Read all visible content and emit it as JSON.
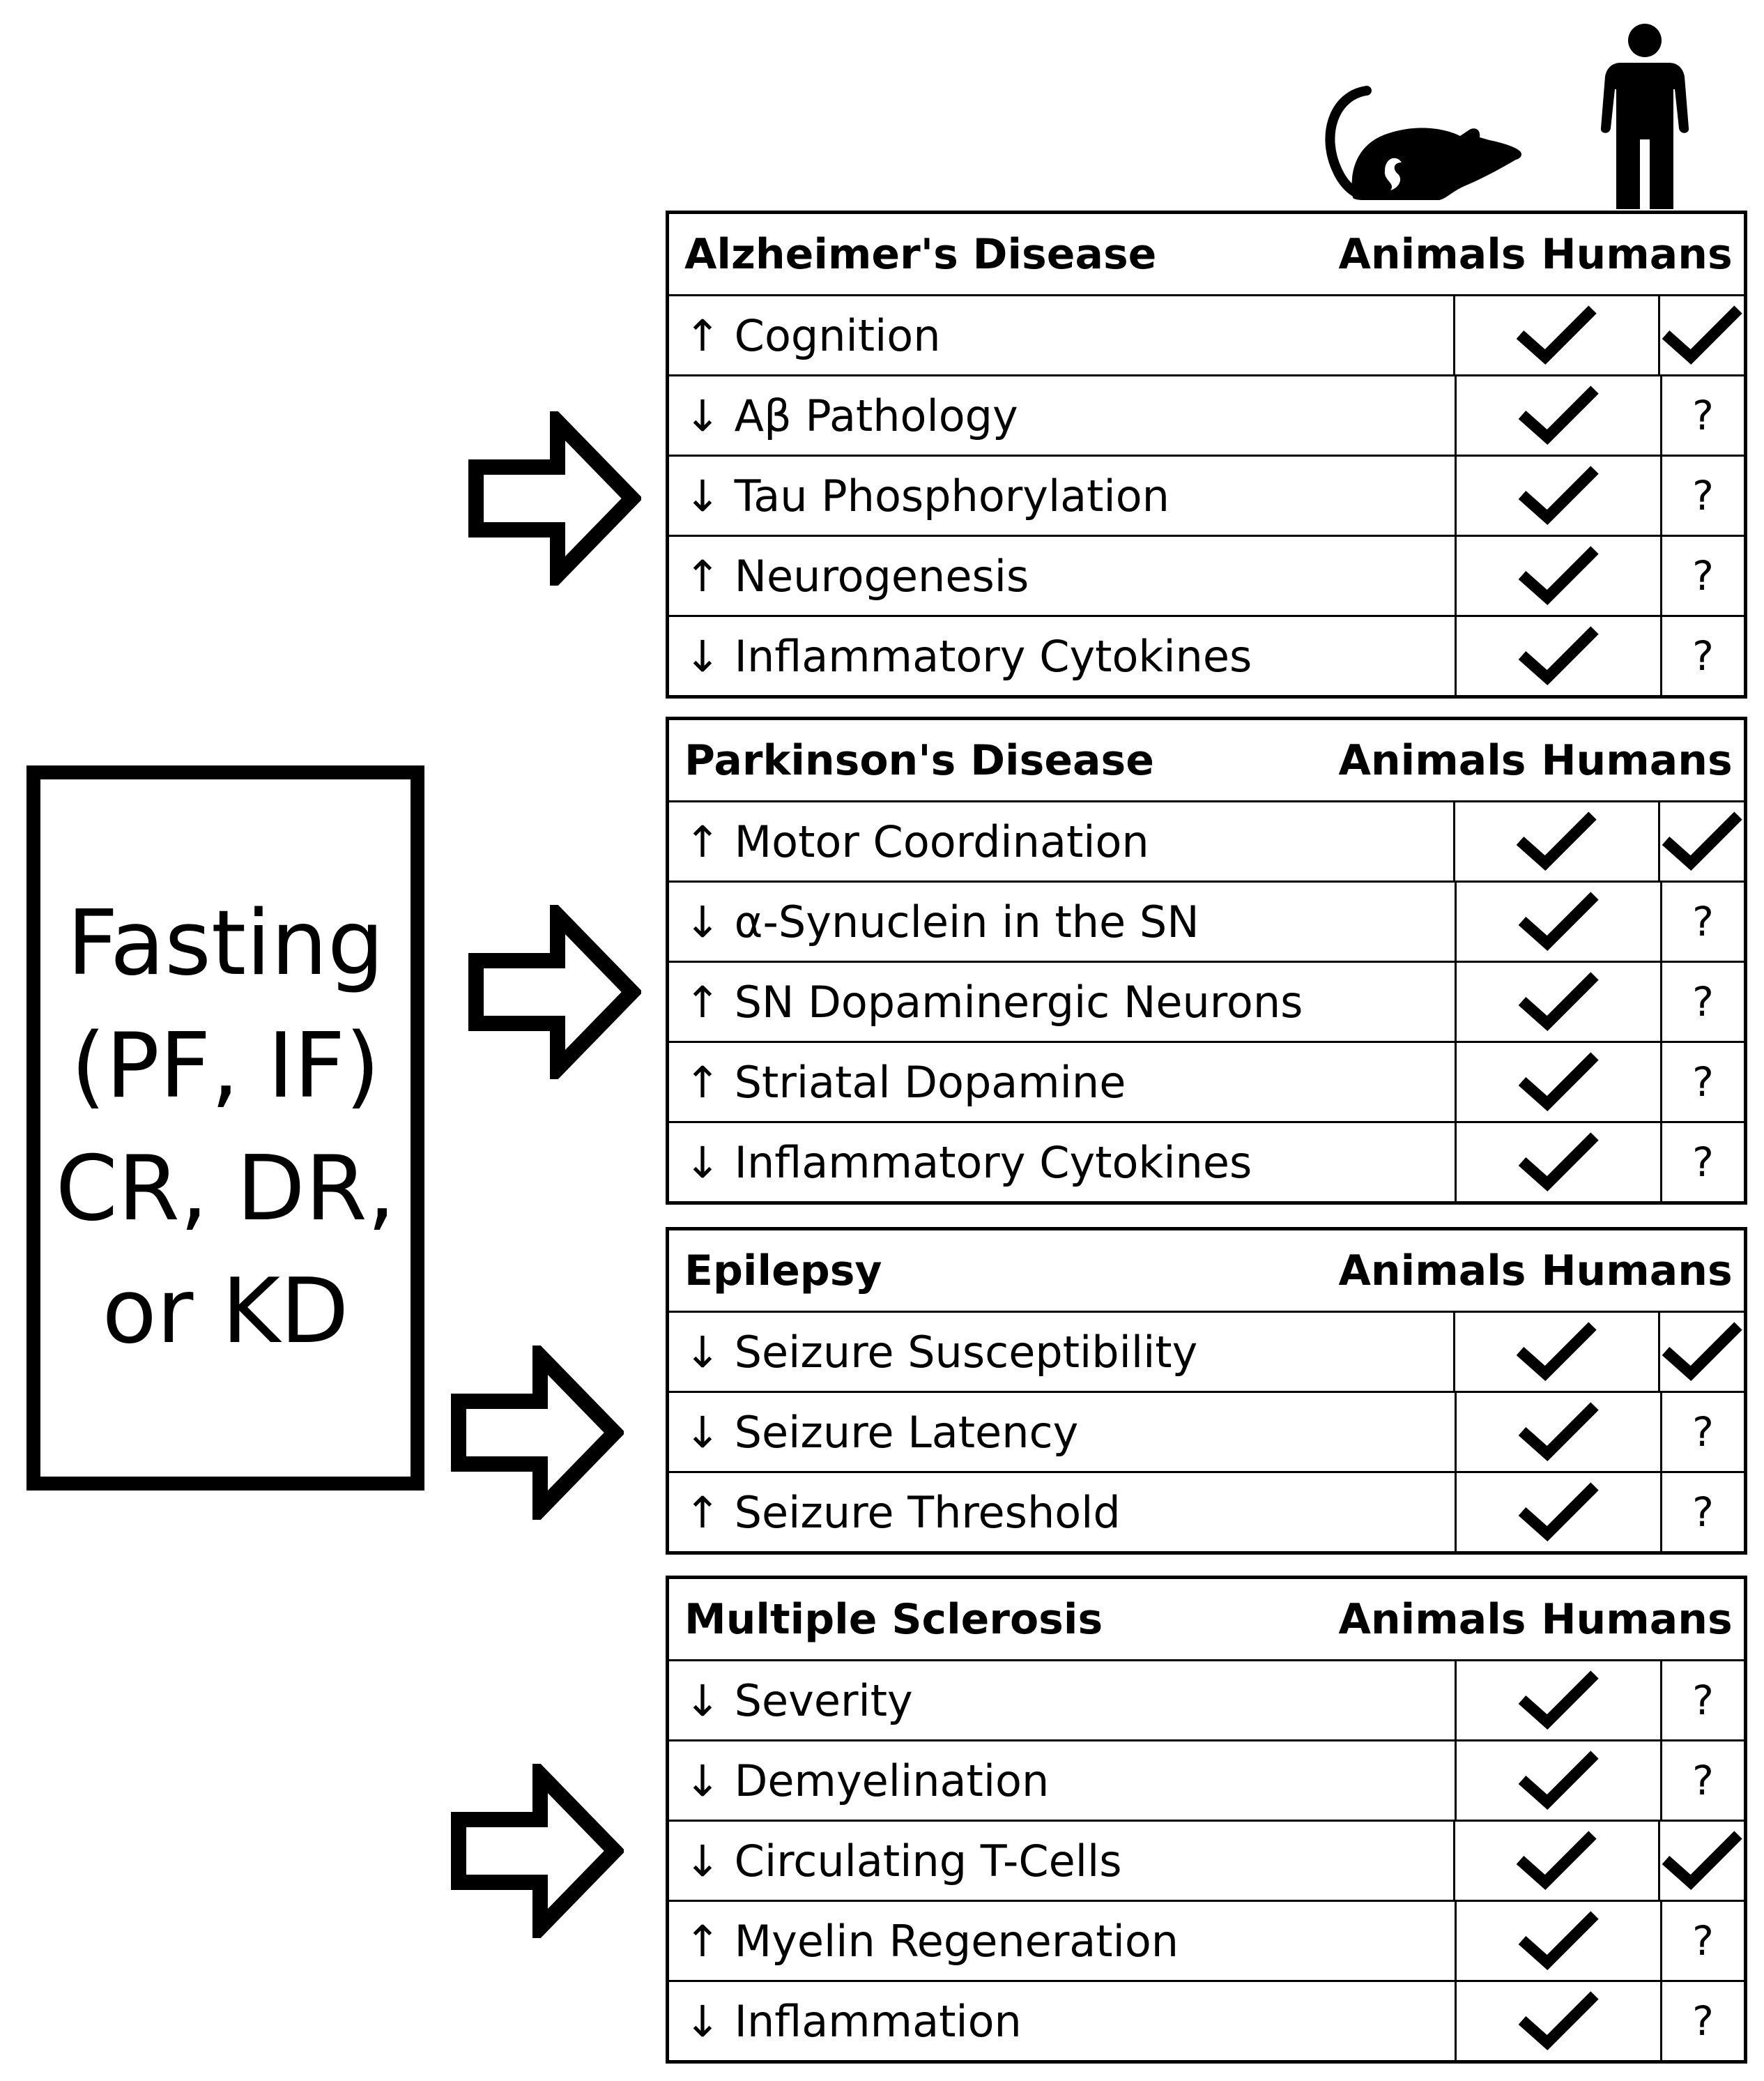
{
  "box": {
    "lines": [
      "Fasting",
      "(PF, IF)",
      "CR, DR,",
      "or KD"
    ]
  },
  "header_icons": {
    "animals": "rat-icon",
    "humans": "person-icon"
  },
  "panels": [
    {
      "title": "Alzheimer's Disease",
      "col_animals": "Animals",
      "col_humans": "Humans",
      "rows": [
        {
          "label": "↑ Cognition",
          "animals": "check",
          "humans": "check"
        },
        {
          "label": "↓ Aβ Pathology",
          "animals": "check",
          "humans": "?"
        },
        {
          "label": "↓ Tau Phosphorylation",
          "animals": "check",
          "humans": "?"
        },
        {
          "label": "↑ Neurogenesis",
          "animals": "check",
          "humans": "?"
        },
        {
          "label": "↓ Inflammatory Cytokines",
          "animals": "check",
          "humans": "?"
        }
      ]
    },
    {
      "title": "Parkinson's Disease",
      "col_animals": "Animals",
      "col_humans": "Humans",
      "rows": [
        {
          "label": "↑ Motor Coordination",
          "animals": "check",
          "humans": "check"
        },
        {
          "label": "↓ α-Synuclein in the SN",
          "animals": "check",
          "humans": "?"
        },
        {
          "label": "↑ SN Dopaminergic Neurons",
          "animals": "check",
          "humans": "?"
        },
        {
          "label": "↑ Striatal Dopamine",
          "animals": "check",
          "humans": "?"
        },
        {
          "label": "↓ Inflammatory Cytokines",
          "animals": "check",
          "humans": "?"
        }
      ]
    },
    {
      "title": "Epilepsy",
      "col_animals": "Animals",
      "col_humans": "Humans",
      "rows": [
        {
          "label": "↓ Seizure Susceptibility",
          "animals": "check",
          "humans": "check"
        },
        {
          "label": "↓ Seizure Latency",
          "animals": "check",
          "humans": "?"
        },
        {
          "label": "↑ Seizure Threshold",
          "animals": "check",
          "humans": "?"
        }
      ]
    },
    {
      "title": "Multiple Sclerosis",
      "col_animals": "Animals",
      "col_humans": "Humans",
      "rows": [
        {
          "label": "↓ Severity",
          "animals": "check",
          "humans": "?"
        },
        {
          "label": "↓ Demyelination",
          "animals": "check",
          "humans": "?"
        },
        {
          "label": "↓ Circulating T-Cells",
          "animals": "check",
          "humans": "check"
        },
        {
          "label": "↑ Myelin Regeneration",
          "animals": "check",
          "humans": "?"
        },
        {
          "label": "↓ Inflammation",
          "animals": "check",
          "humans": "?"
        }
      ]
    }
  ]
}
